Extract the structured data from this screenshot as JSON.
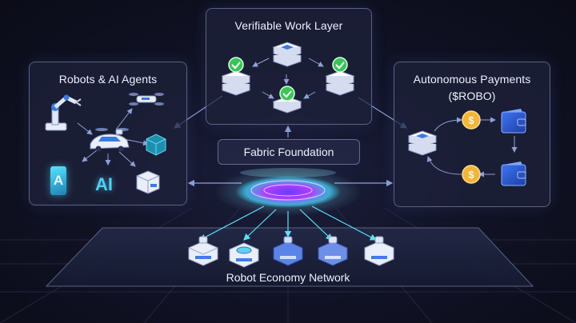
{
  "panels": {
    "robots": {
      "title": "Robots & AI Agents",
      "ai_text": "AI",
      "ai_block_text": "A"
    },
    "verify": {
      "title": "Verifiable Work Layer"
    },
    "payments": {
      "title_line1": "Autonomous Payments",
      "title_line2": "($ROBO)"
    },
    "fabric": {
      "title": "Fabric Foundation"
    },
    "network": {
      "title": "Robot Economy Network"
    }
  },
  "icons": [
    "robot-arm-icon",
    "drone-icon",
    "autonomous-car-icon",
    "chip-cube-icon",
    "storage-block-icon",
    "check-badge-icon",
    "server-stack-icon",
    "dollar-coin-icon",
    "wallet-icon",
    "portal-ring-icon",
    "network-node-icon"
  ],
  "colors": {
    "accent_cyan": "#4fd0f0",
    "check_green": "#3cc45a",
    "coin_gold": "#f2b53a",
    "portal_magenta": "#c23cff",
    "wallet_blue": "#2f5bd0"
  }
}
